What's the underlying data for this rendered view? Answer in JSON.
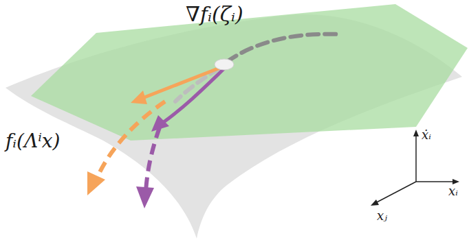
{
  "diagram": {
    "labels": [
      "∇fᵢ(ζᵢ)",
      "fᵢ(Λⁱx)",
      "ẋᵢ",
      "xⱼ",
      "xᵢ"
    ]
  }
}
